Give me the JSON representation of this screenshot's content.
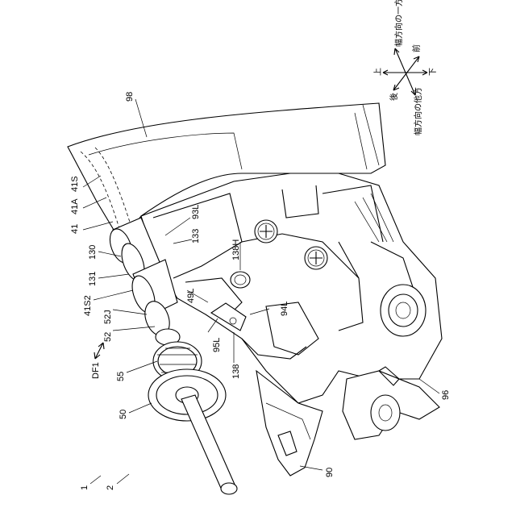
{
  "figure": {
    "labels": {
      "l98": "98",
      "l41S": "41S",
      "l41A": "41A",
      "l41": "41",
      "l130": "130",
      "l131": "131",
      "l41S2": "41S2",
      "l52J": "52J",
      "l52": "52",
      "l55": "55",
      "l50": "50",
      "lDF1": "DF1",
      "l1": "1",
      "l2": "2",
      "l90": "90",
      "l96": "96",
      "l93L": "93L",
      "l133": "133",
      "l138H": "138H",
      "l49L": "49L",
      "l94L": "94L",
      "l95L": "95L",
      "l138": "138"
    },
    "compass": {
      "up": "上",
      "down": "下",
      "front": "前",
      "rear": "後",
      "width_one": "幅方向の一方",
      "width_other": "幅方向の他方"
    }
  }
}
